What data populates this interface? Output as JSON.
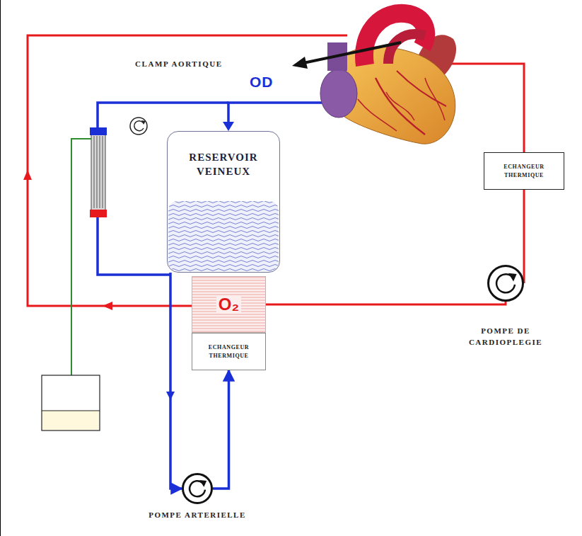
{
  "diagram": {
    "nodes": [
      {
        "text": [
          "RESERVOIR VEINEUX"
        ]
      },
      {
        "text": [
          "ECHANGEUR THERMIQUE"
        ]
      },
      {
        "text": [
          "POMPE DE CARDIOPLEGIE"
        ]
      },
      {
        "text": [
          "O₂"
        ]
      },
      {
        "text": [
          "ECHANGEUR THERMIQUE"
        ]
      },
      {
        "text": [
          "POMPE ARTERIELLE"
        ]
      }
    ],
    "edges": [
      {
        "from": 0,
        "to": 5,
        "arrow": "to"
      },
      {
        "from": 5,
        "to": 4,
        "arrow": "to"
      },
      {
        "from": 3,
        "to": 2,
        "arrow": "none"
      },
      {
        "from": 2,
        "to": 1,
        "arrow": "none"
      }
    ],
    "labels": [
      "CLAMP AORTIQUE",
      "OD"
    ]
  }
}
